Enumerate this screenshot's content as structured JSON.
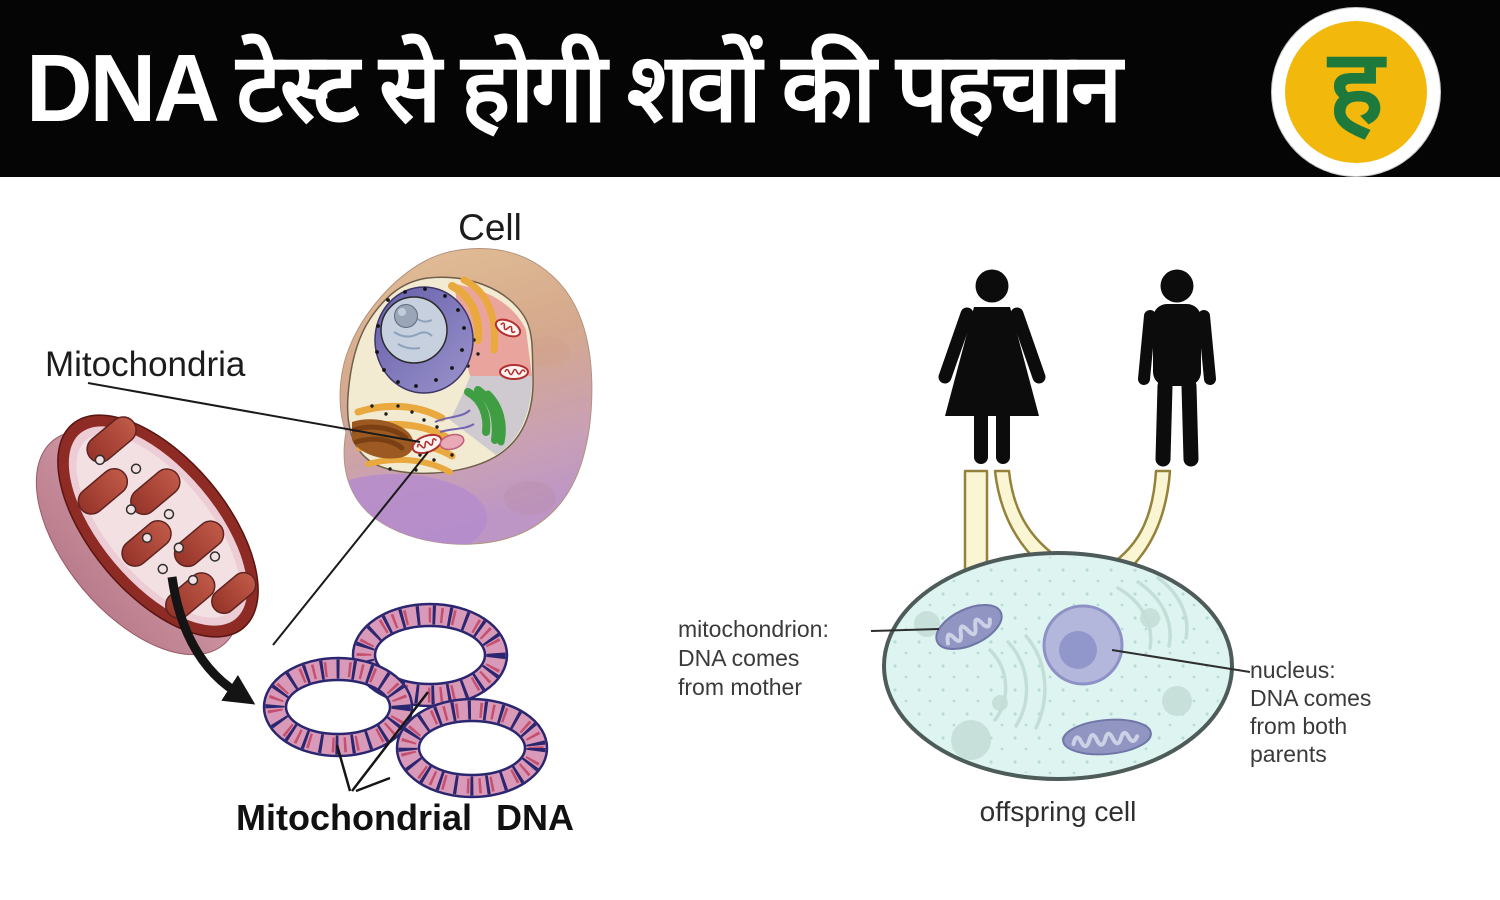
{
  "header": {
    "title": "DNA टेस्ट से होगी शवों की पहचान",
    "logo_letter": "ह"
  },
  "left_diagram": {
    "cell_label": "Cell",
    "mitochondria_label": "Mitochondria",
    "mito_dna_label": "Mitochondrial DNA"
  },
  "right_diagram": {
    "mito_note": {
      "line1": "mitochondrion:",
      "line2": "DNA comes",
      "line3": "from mother"
    },
    "nucleus_note": {
      "line1": "nucleus:",
      "line2": "DNA comes",
      "line3": "from both",
      "line4": "parents"
    },
    "offspring_label": "offspring cell"
  },
  "colors": {
    "header_bg": "#050505",
    "headline_text": "#ffffff",
    "logo_yellow": "#f2b80c",
    "logo_green": "#1e7a3c",
    "cell_body_tan": "#d9ae8e",
    "cell_body_purple": "#bd96c6",
    "cell_interior_cream": "#f3ead2",
    "nucleus_purple": "#7a72b6",
    "er_orange": "#e9a93e",
    "golgi_brown": "#9c5a22",
    "golgi_green": "#3f9d42",
    "mitochondrion_red": "#8e2b24",
    "mitochondrion_pink": "#f3e0e3",
    "dna_ring_pink": "#d99ab9",
    "dna_strand_navy": "#2b2670",
    "dna_base_red": "#c24766",
    "figure_black": "#0c0c0c",
    "arrow_pale_yellow": "#faf6d4",
    "arrow_bright_yellow": "#f4e75e",
    "arrow_outline_olive": "#94823a",
    "offspring_cell_fill": "#def4f0",
    "offspring_cell_outline": "#4e5c59",
    "offspring_organelle_purple": "#9095c2",
    "offspring_nucleus_fill": "#b3b7db",
    "note_text": "#3a3a3a"
  }
}
